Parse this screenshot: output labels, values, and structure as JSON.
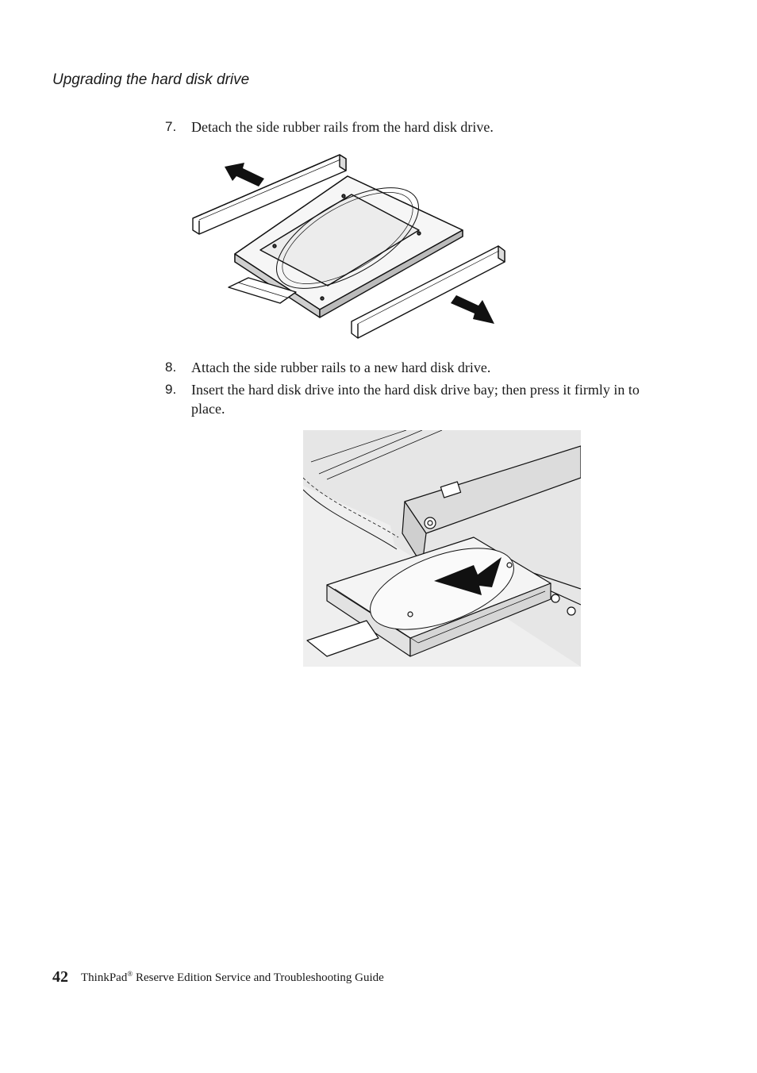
{
  "header": {
    "section_title": "Upgrading the hard disk drive"
  },
  "steps": [
    {
      "number": "7.",
      "text": "Detach the side rubber rails from the hard disk drive."
    },
    {
      "number": "8.",
      "text": "Attach the side rubber rails to a new hard disk drive."
    },
    {
      "number": "9.",
      "text": "Insert the hard disk drive into the hard disk drive bay; then press it firmly in to place."
    }
  ],
  "footer": {
    "page_number": "42",
    "brand": "ThinkPad",
    "registered_mark": "®",
    "title": " Reserve Edition Service and Troubleshooting Guide"
  }
}
